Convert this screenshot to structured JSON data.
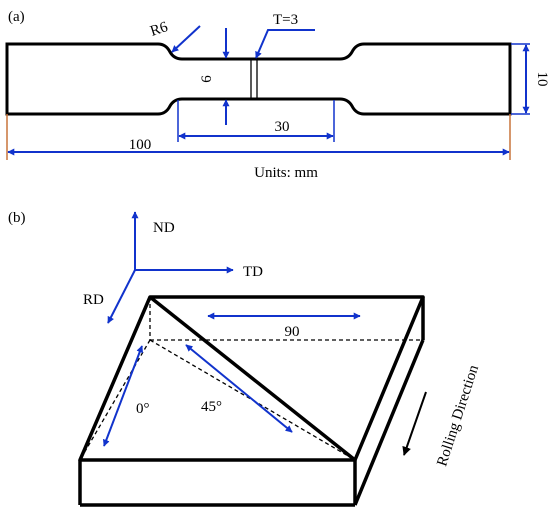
{
  "panel_a": {
    "label": "(a)",
    "dims": {
      "radius": "R6",
      "thickness": "T=3",
      "gauge_width": "6",
      "gauge_length": "30",
      "grip_width": "10",
      "total_length": "100"
    },
    "units": "Units: mm"
  },
  "panel_b": {
    "label": "(b)",
    "axes": {
      "nd": "ND",
      "td": "TD",
      "rd": "RD"
    },
    "angles": {
      "deg0": "0°",
      "deg45": "45°",
      "deg90": "90"
    },
    "rolling_direction": "Rolling Direction"
  },
  "colors": {
    "arrow": "#1133cc",
    "edge": "#c8743a",
    "line": "#000000"
  }
}
